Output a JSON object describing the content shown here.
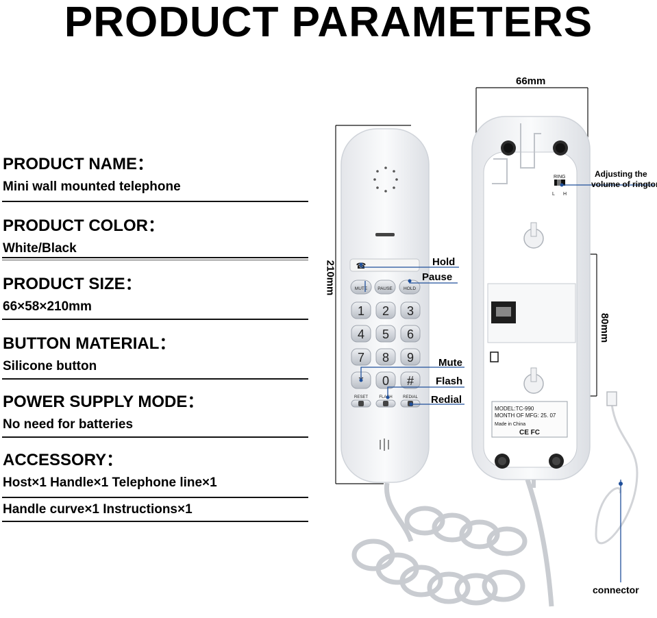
{
  "title": "PRODUCT PARAMETERS",
  "specs": [
    {
      "label": "PRODUCT NAME：",
      "value": "Mini wall mounted telephone"
    },
    {
      "label": "PRODUCT COLOR：",
      "value": "White/Black"
    },
    {
      "label": "PRODUCT SIZE：",
      "value": "66×58×210mm"
    },
    {
      "label": "BUTTON MATERIAL：",
      "value": "Silicone button"
    },
    {
      "label": "POWER SUPPLY MODE：",
      "value": "No need for batteries"
    },
    {
      "label": "ACCESSORY：",
      "value": "Host×1 Handle×1 Telephone line×1",
      "value2": "Handle curve×1 Instructions×1"
    }
  ],
  "dimensions": {
    "width": "66mm",
    "height": "210mm",
    "back_height": "80mm"
  },
  "callouts": {
    "hold": "Hold",
    "pause": "Pause",
    "mute": "Mute",
    "flash": "Flash",
    "redial": "Redial",
    "ringtone_line1": "Adjusting the",
    "ringtone_line2": "volume of ringtone",
    "connector": "connector"
  },
  "keypad": {
    "top_buttons": [
      "MUTE",
      "PAUSE",
      "HOLD"
    ],
    "keys": [
      "1",
      "2",
      "3",
      "4",
      "5",
      "6",
      "7",
      "8",
      "9",
      "*",
      "0",
      "#"
    ],
    "bottom_buttons": [
      "RESET",
      "FLASH",
      "REDIAL"
    ]
  },
  "back_panel": {
    "ring_label": "RING",
    "switch_l": "L",
    "switch_h": "H",
    "model": "MODEL:TC-990",
    "mfg": "MONTH OF MFG: 25. 07",
    "origin": "Made in China",
    "marks": "CE FC"
  }
}
